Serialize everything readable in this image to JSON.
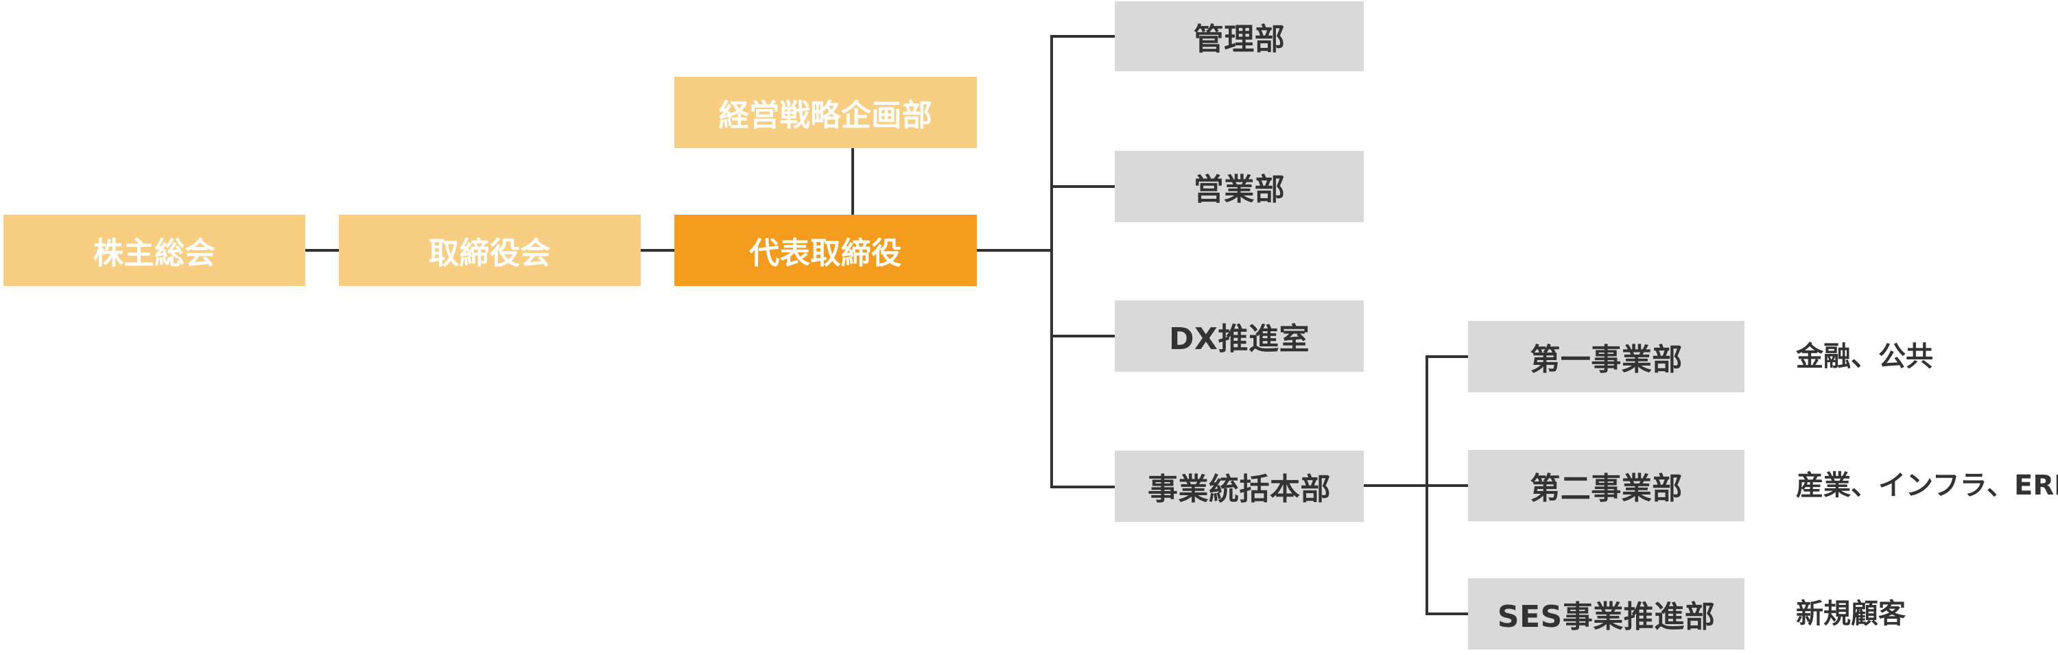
{
  "nodes": {
    "shareholders_meeting": "株主総会",
    "board_of_directors": "取締役会",
    "representative_director": "代表取締役",
    "corporate_strategy": "経営戦略企画部",
    "administration": "管理部",
    "sales": "営業部",
    "dx_office": "DX推進室",
    "business_headquarters": "事業統括本部",
    "business_div_1": "第一事業部",
    "business_div_2": "第二事業部",
    "ses_div": "SES事業推進部"
  },
  "notes": {
    "business_div_1": "金融、公共",
    "business_div_2": "産業、インフラ、ERP",
    "ses_div": "新規顧客"
  },
  "colors": {
    "light_orange": "#f8cf82",
    "orange": "#f39c1d",
    "gray_box": "#d9d9d9",
    "dark_text": "#333333",
    "line": "#333333"
  }
}
